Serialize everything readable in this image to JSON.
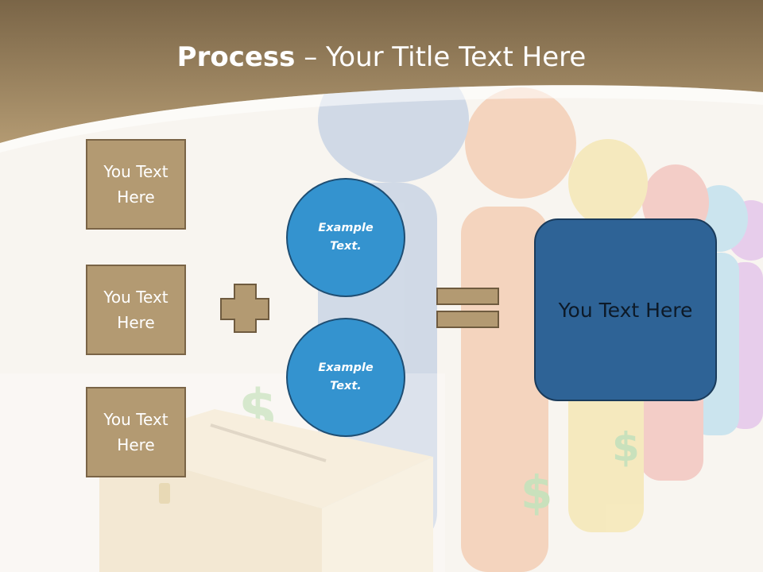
{
  "title": {
    "bold": "Process",
    "dash": " – ",
    "rest": "Your Title Text Here"
  },
  "boxes": [
    "You Text Here",
    "You Text Here",
    "You Text Here"
  ],
  "circles": [
    "Example Text.",
    "Example Text."
  ],
  "result": "You Text Here",
  "colors": {
    "header_top": "#7a6547",
    "header_bottom": "#b39a72",
    "box_fill": "#b39a72",
    "circle_fill": "#3493cf",
    "result_fill": "#2e6396"
  }
}
